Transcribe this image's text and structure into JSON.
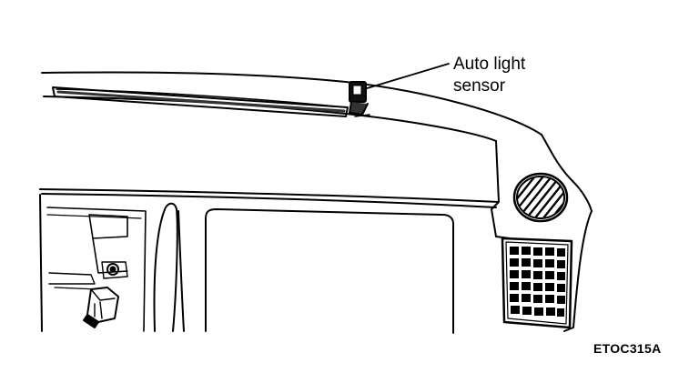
{
  "callout": {
    "line1": "Auto light",
    "line2": "sensor"
  },
  "figure_id": "ETOC315A"
}
